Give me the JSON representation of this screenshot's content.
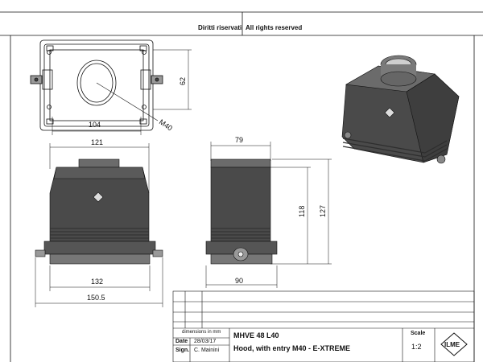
{
  "header": {
    "rights_it": "Diritti riservati",
    "rights_en": "All rights reserved"
  },
  "dimensions": {
    "top_width": "104",
    "top_height": "62",
    "entry": "M40",
    "front_upper_width": "121",
    "front_base_width": "132",
    "front_total_width": "150.5",
    "side_upper_width": "79",
    "side_base_width": "90",
    "side_body_height": "118",
    "side_total_height": "127"
  },
  "title_block": {
    "dim_note": "dimensions in mm",
    "date_label": "Date",
    "date_value": "28/03/17",
    "sign_label": "Sign.",
    "sign_value": "C. Mainini",
    "code": "MHVE 48 L40",
    "description": "Hood, with  entry M40 - E-XTREME",
    "scale_label": "Scale",
    "scale_value": "1:2",
    "logo_text": "ILME"
  },
  "colors": {
    "line": "#111111",
    "body_dark": "#4a4a4a",
    "body_mid": "#6b6b6b",
    "ribs": "#2e2e2e"
  }
}
